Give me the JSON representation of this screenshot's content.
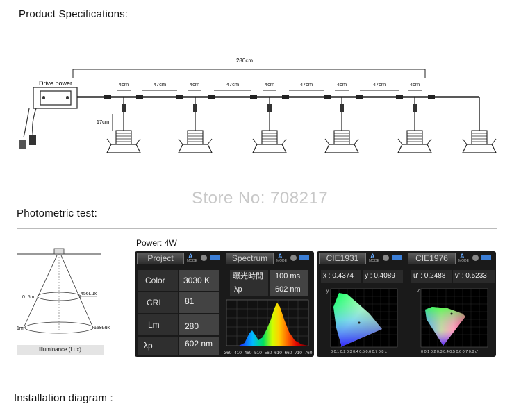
{
  "product": {
    "title": "Product Specifications:",
    "total_length": "280cm",
    "driver_label": "Drive power",
    "spacing_short": "4cm",
    "spacing_long": "47cm",
    "drop_length": "17cm"
  },
  "watermark": "Store No: 708217",
  "photometric": {
    "title": "Photometric test:",
    "power": "Power: 4W",
    "beam": {
      "near_distance": "0. 5m",
      "near_lux": "456Lux",
      "far_distance": "1m",
      "far_lux": "158Lux",
      "caption": "Illuminance (Lux)"
    },
    "project": {
      "header": "Project",
      "rows": [
        {
          "key": "Color",
          "value": "3030 K"
        },
        {
          "key": "CRI",
          "value": "81"
        },
        {
          "key": "Lm",
          "value": "280"
        },
        {
          "key": "λp",
          "value": "602 nm"
        }
      ]
    },
    "spectrum": {
      "header": "Spectrum",
      "exposure_label": "曝光時間",
      "exposure_value": "100 ms",
      "peak_label": "λp",
      "peak_value": "602 nm",
      "axis_ticks": [
        "360",
        "410",
        "460",
        "510",
        "560",
        "610",
        "660",
        "710",
        "760"
      ]
    },
    "cie1931": {
      "header": "CIE1931",
      "x_label": "x : 0.4374",
      "y_label": "y : 0.4089"
    },
    "cie1976": {
      "header": "CIE1976",
      "u_label": "u' : 0.2488",
      "v_label": "v' : 0.5233"
    },
    "mode_label": "MODE",
    "mode_letter": "A"
  },
  "installation": {
    "title": "Installation diagram :"
  },
  "colors": {
    "panel_bg": "#1a1a1a",
    "rule": "#bbbbbb",
    "watermark": "#c8c8c8"
  }
}
